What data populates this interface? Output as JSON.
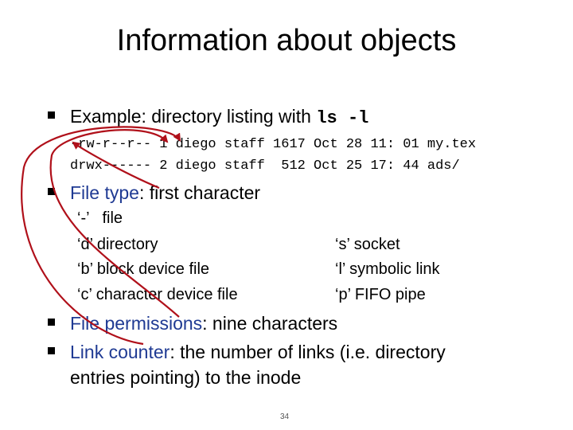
{
  "title": "Information about objects",
  "bullets": {
    "b1_text": "Example: directory listing with ",
    "b1_code": "ls -l",
    "b2_label": "File type",
    "b2_rest": ": first character",
    "b3_label": "File permissions",
    "b3_rest": ": nine characters",
    "b4_label": "Link counter",
    "b4_rest_line1": ": the number of links (i.e. directory",
    "b4_line2": "entries pointing) to the inode"
  },
  "listing": [
    "-rw-r--r-- 1 diego staff 1617 Oct 28 11: 01 my.tex",
    "drwx------ 2 diego staff  512 Oct 25 17: 44 ads/"
  ],
  "file_types_left": [
    "‘-’   file",
    "‘d’ directory",
    "‘b’ block device file",
    "‘c’ character device file"
  ],
  "file_types_right": [
    "‘s’ socket",
    "‘l’ symbolic link",
    "‘p’ FIFO pipe"
  ],
  "page_number": "34",
  "colors": {
    "accent_text": "#1f3a93",
    "annotation": "#b0101a"
  }
}
